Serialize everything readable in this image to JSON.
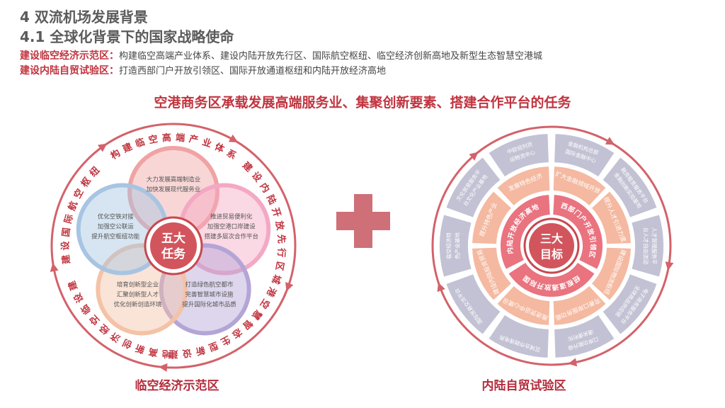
{
  "header": {
    "title1": "4 双流机场发展背景",
    "title2": "4.1 全球化背景下的国家战略使命"
  },
  "lines": [
    {
      "label": "建设临空经济示范区：",
      "text": "构建临空高端产业体系、建设内陆开放先行区、国际航空枢纽、临空经济创新高地及新型生态智慧空港城"
    },
    {
      "label": "建设内陆自贸试验区：",
      "text": "打造西部门户开放引领区、国际开放通道枢纽和内陆开放经济高地"
    }
  ],
  "headline": "空港商务区承载发展高端服务业、集聚创新要素、搭建合作平台的任务",
  "left": {
    "caption": "临空经济示范区",
    "center": [
      "五大",
      "任务"
    ],
    "tasks": [
      {
        "arc": "构建临空高端产业体系",
        "lines": [
          "大力发展高端制造业",
          "加快发展现代服务业"
        ],
        "color": "#f0a3a3"
      },
      {
        "arc": "建设内陆开放先行区",
        "lines": [
          "推进贸易便利化",
          "加强空港口岸建设",
          "搭建多层次合作平台"
        ],
        "color": "#f4a8c4"
      },
      {
        "arc": "建设新型生态智慧空港城",
        "lines": [
          "打造绿色航空都市",
          "完善智慧城市设施",
          "提升国际化城市品质"
        ],
        "color": "#b3a5d6"
      },
      {
        "arc": "建设临空经济创新高地",
        "lines": [
          "培育创新型企业",
          "汇聚创新型人才",
          "优化创新创造环境"
        ],
        "color": "#f4c2a6"
      },
      {
        "arc": "建设国际航空枢纽",
        "lines": [
          "优化空铁对接",
          "加强空公联运",
          "提升航空枢纽功能"
        ],
        "color": "#a7c5e2"
      }
    ]
  },
  "right": {
    "caption": "内陆自贸试验区",
    "center": [
      "三大",
      "目标"
    ],
    "goals": [
      "西部门户开放引领区",
      "国际开放通道枢纽",
      "内陆开放经济高地"
    ],
    "middle": [
      "扩大金融领域开放",
      "提升人才引进力度",
      "建设国际物流枢纽",
      "完善口岸服务功能",
      "推进货运中心建设",
      "建设内陆投资贸易",
      "提升特色产业",
      "发展特色经济"
    ],
    "outer": [
      "金融机构总部国际金融中心",
      "融资租赁服务平台金融创新实验基地",
      "人才管理服务平台人才自由流动",
      "电子商务服务平台全球商品供应链",
      "口岸功能升级通关便利化",
      "区域合作跨境电商",
      "国际贸易交流平台",
      "临空经济特色产业基地",
      "文化贸易服务平台文化产业基地",
      "中欧班列货运物流中心"
    ]
  },
  "colors": {
    "accent": "#c0343f",
    "ring": "#d3626a",
    "gray": "#b8b8cf",
    "peach": "#f4b9a0",
    "pink": "#e9737f",
    "cross": "#cf6f78"
  },
  "icons": {
    "cross": "plus-icon"
  }
}
